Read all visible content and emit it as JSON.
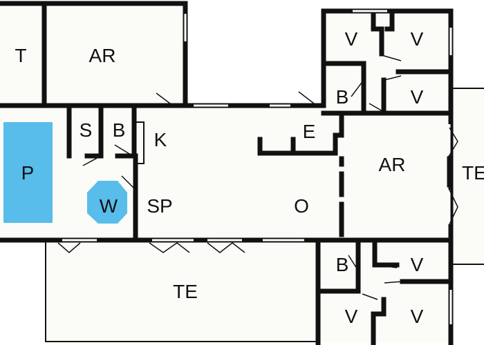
{
  "colors": {
    "wall": "#111111",
    "floor": "#fbfbf7",
    "pool": "#58bdea",
    "whirlpool": "#58bdea",
    "background": "#ffffff"
  },
  "rooms": {
    "t": "T",
    "ar_top": "AR",
    "s": "S",
    "b_center": "B",
    "k": "K",
    "e": "E",
    "p": "P",
    "w": "W",
    "sp": "SP",
    "o": "O",
    "ar_right": "AR",
    "te_right": "TE",
    "te_bottom": "TE",
    "v_tl": "V",
    "v_tr": "V",
    "b_top": "B",
    "v_mid": "V",
    "b_bottom": "B",
    "v_br1": "V",
    "v_bl": "V",
    "v_br2": "V"
  }
}
